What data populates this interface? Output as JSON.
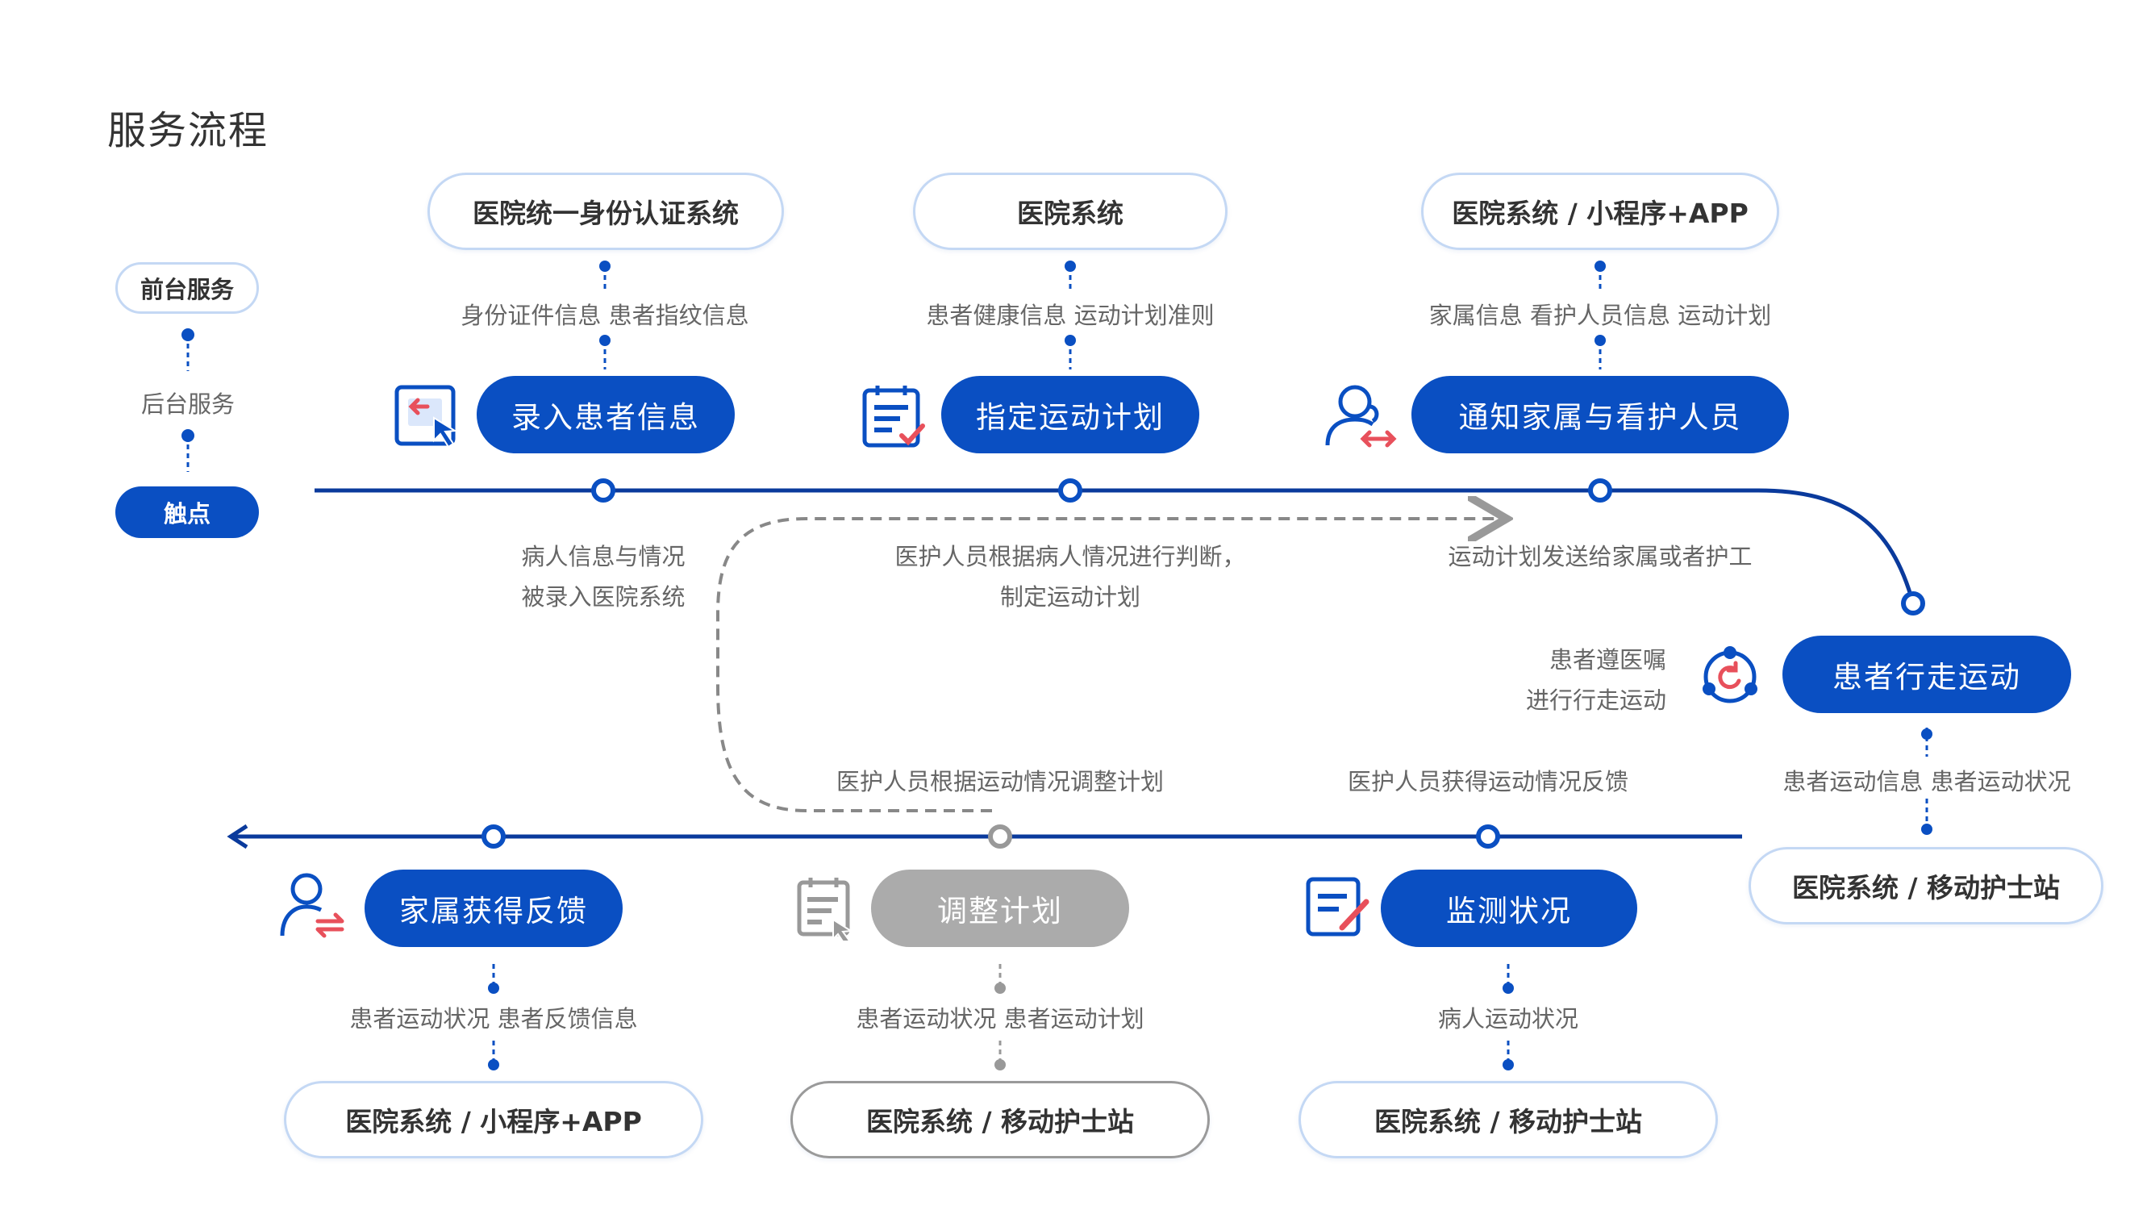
{
  "title": "服务流程",
  "legend": {
    "front": "前台服务",
    "back": "后台服务",
    "touch": "触点"
  },
  "colors": {
    "primary": "#0a4fc2",
    "accent_red": "#e8505b",
    "gray": "#9a9a9a",
    "line": "#0a3a9c"
  },
  "top_steps": [
    {
      "system": "医院统一身份认证系统",
      "data": "身份证件信息  患者指纹信息",
      "action": "录入患者信息",
      "desc": [
        "病人信息与情况",
        "被录入医院系统"
      ],
      "icon": "input-record-icon"
    },
    {
      "system": "医院系统",
      "data": "患者健康信息  运动计划准则",
      "action": "指定运动计划",
      "desc": [
        "医护人员根据病人情况进行判断，",
        "制定运动计划"
      ],
      "icon": "clipboard-check-icon"
    },
    {
      "system": "医院系统 / 小程序+APP",
      "data": "家属信息  看护人员信息  运动计划",
      "action": "通知家属与看护人员",
      "desc": [
        "运动计划发送给家属或者护工"
      ],
      "icon": "user-exchange-icon"
    }
  ],
  "right_step": {
    "action": "患者行走运动",
    "desc": [
      "患者遵医嘱",
      "进行行走运动"
    ],
    "data": "患者运动信息  患者运动状况",
    "system": "医院系统 / 移动护士站",
    "icon": "cycle-refresh-icon"
  },
  "bottom_steps": [
    {
      "action": "家属获得反馈",
      "data": "患者运动状况  患者反馈信息",
      "system": "医院系统 / 小程序+APP",
      "icon": "user-feedback-icon"
    },
    {
      "action": "调整计划",
      "desc": "医护人员根据运动情况调整计划",
      "data": "患者运动状况  患者运动计划",
      "system": "医院系统 / 移动护士站",
      "icon": "document-edit-icon"
    },
    {
      "action": "监测状况",
      "desc": "医护人员获得运动情况反馈",
      "data": "病人运动状况",
      "system": "医院系统 / 移动护士站",
      "icon": "monitor-edit-icon"
    }
  ]
}
